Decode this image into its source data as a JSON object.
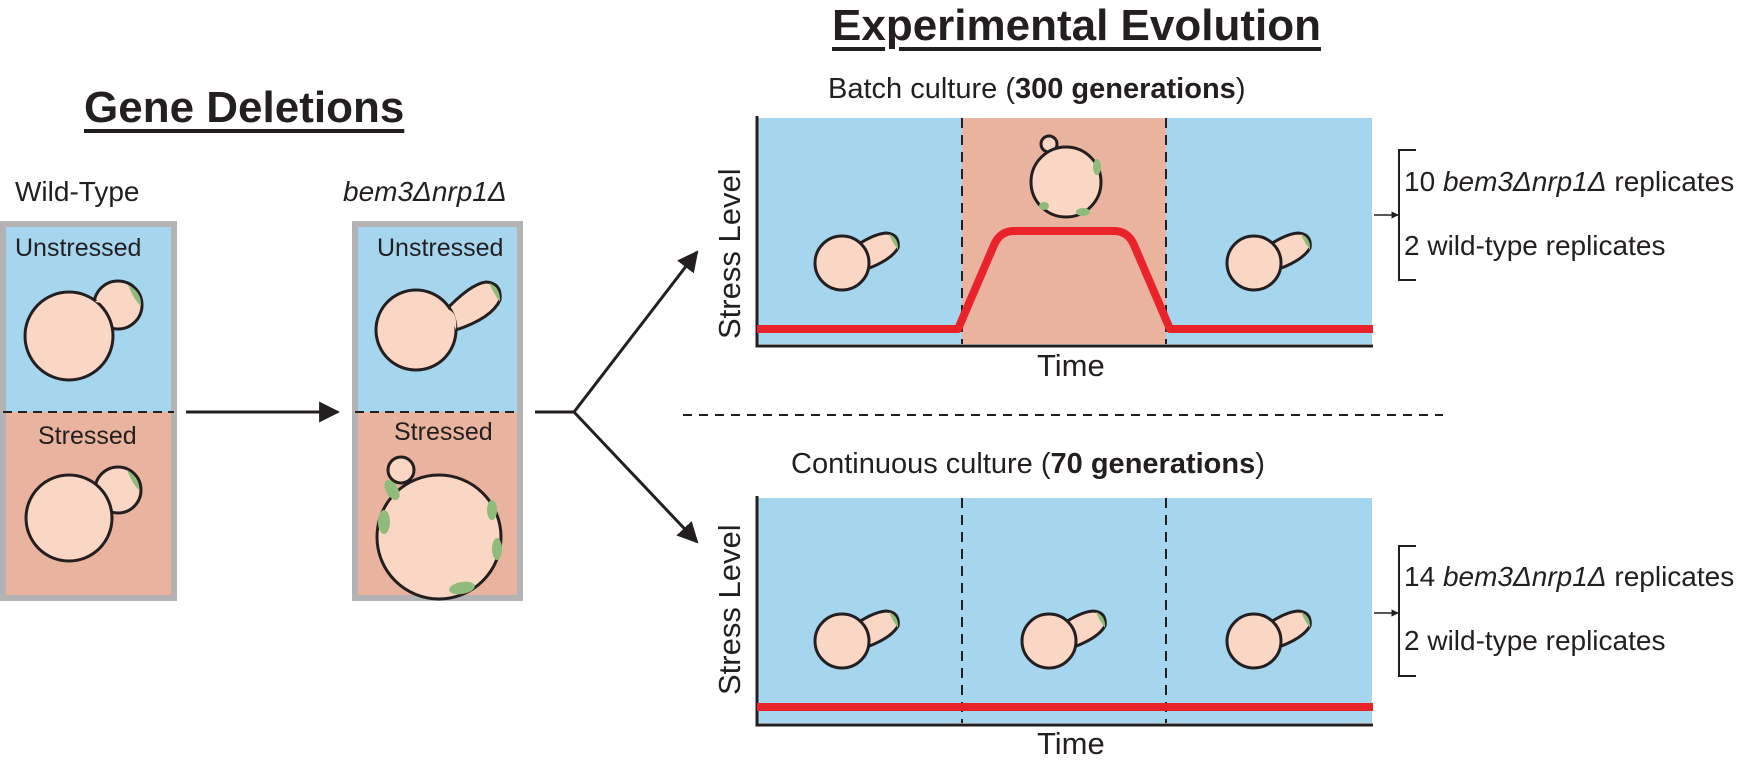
{
  "left": {
    "heading": "Gene Deletions",
    "wt_label": "Wild-Type",
    "mutant_label": "bem3Δnrp1Δ",
    "unstressed": "Unstressed",
    "stressed": "Stressed"
  },
  "right": {
    "heading": "Experimental Evolution",
    "batch": {
      "title_pre": "Batch culture (",
      "title_bold": "300 generations",
      "title_post": ")",
      "ylabel": "Stress Level",
      "xlabel": "Time",
      "rep1_num": "10",
      "rep1_geno": "bem3Δnrp1Δ",
      "rep1_suffix": "replicates",
      "rep2": "2 wild-type replicates"
    },
    "continuous": {
      "title_pre": "Continuous culture (",
      "title_bold": "70 generations",
      "title_post": ")",
      "ylabel": "Stress Level",
      "xlabel": "Time",
      "rep1_num": "14",
      "rep1_geno": "bem3Δnrp1Δ",
      "rep1_suffix": "replicates",
      "rep2": "2 wild-type replicates"
    }
  },
  "colors": {
    "unstressed_bg": "#a6d5ee",
    "stressed_bg": "#e9b3a0",
    "cell_fill": "#fad6c4",
    "bud_scar_green": "#8fbc7a",
    "stress_line": "#e8242a",
    "panel_border": "#b3b3b3"
  }
}
